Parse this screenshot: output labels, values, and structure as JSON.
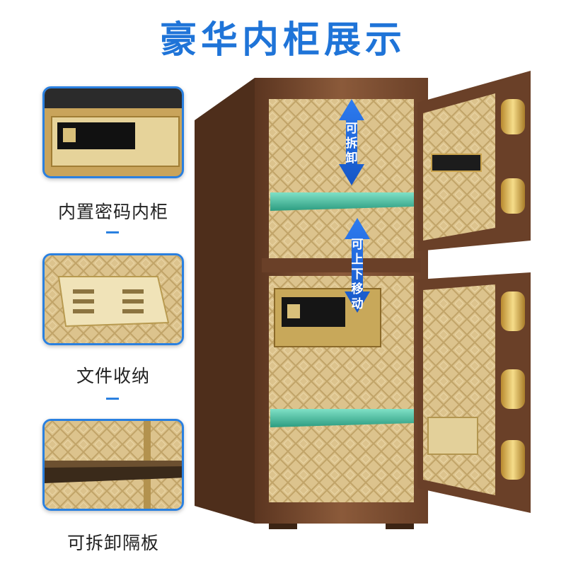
{
  "title": "豪华内柜展示",
  "features": [
    {
      "label": "内置密码内柜"
    },
    {
      "label": "文件收纳"
    },
    {
      "label": "可拆卸隔板"
    }
  ],
  "arrow_labels": {
    "top": "可拆卸",
    "middle": "可上下移动"
  },
  "colors": {
    "accent": "#1f74d8",
    "cabinet_brown": "#7a4a2e",
    "lining_gold": "#d8c28a",
    "shelf_green": "#3fb99a"
  }
}
